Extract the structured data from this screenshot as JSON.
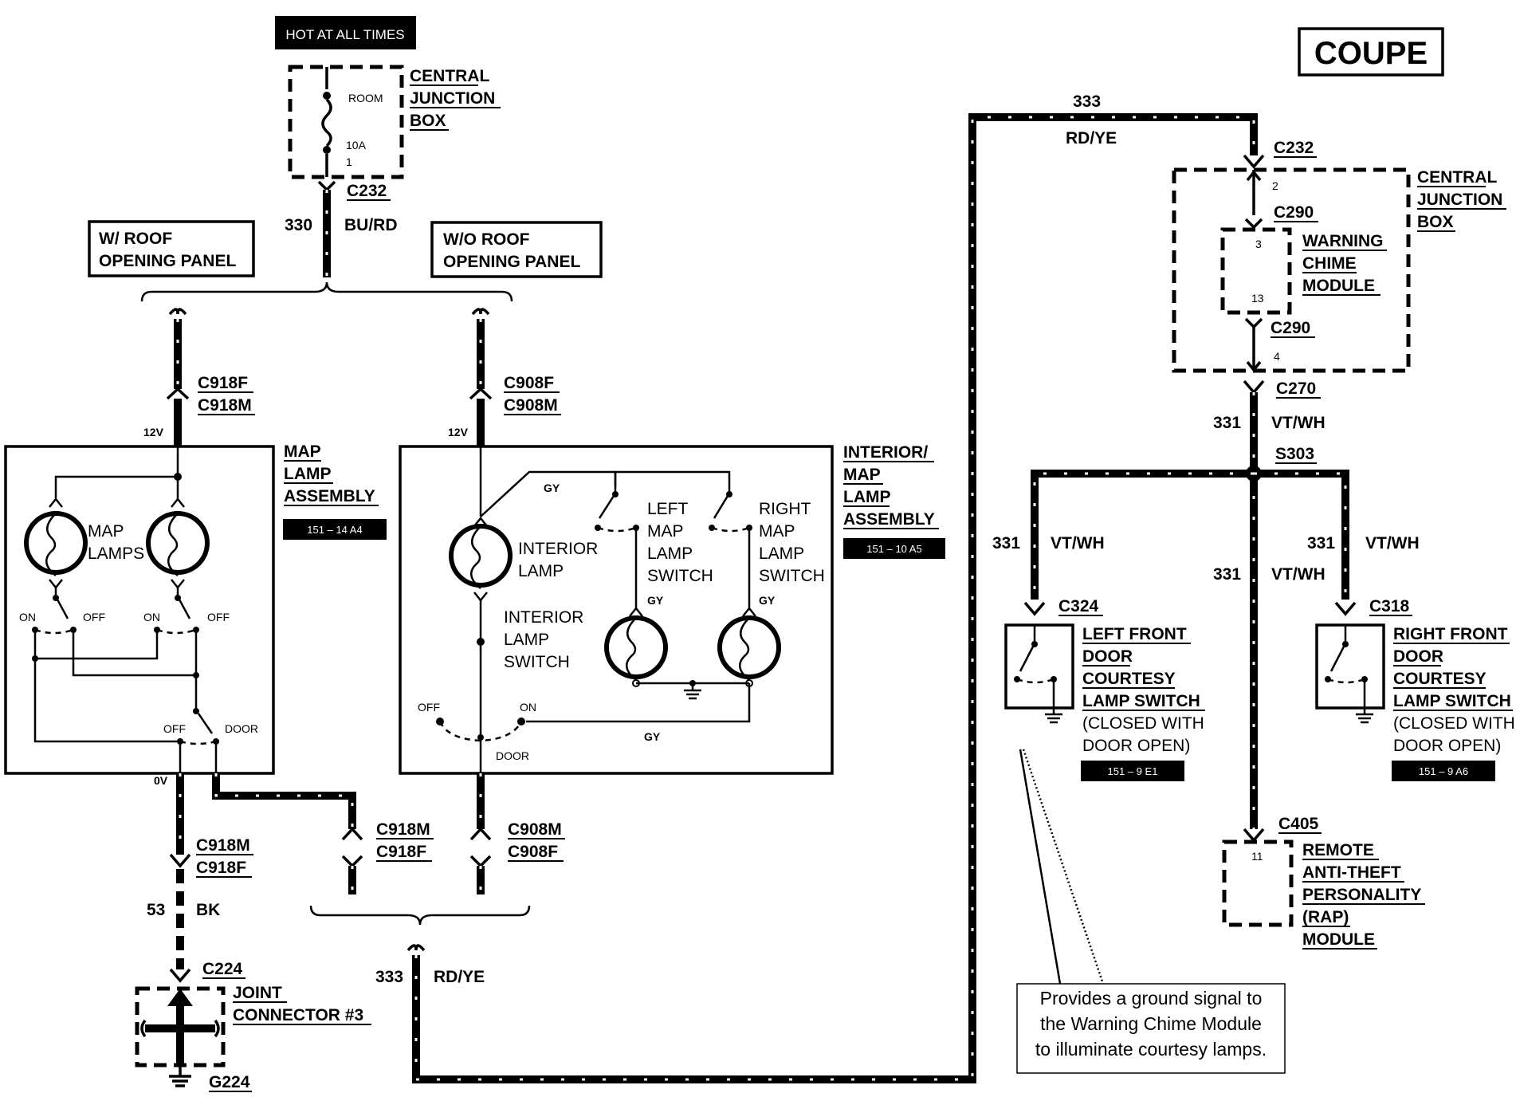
{
  "header": {
    "power_tag": "HOT AT ALL TIMES",
    "model_label": "COUPE"
  },
  "fuse_block": {
    "name_l1": "CENTRAL",
    "name_l2": "JUNCTION",
    "name_l3": "BOX",
    "fuse_name": "ROOM",
    "fuse_rating": "10A",
    "fuse_pin": "1",
    "connector": "C232",
    "circuit": "330",
    "color": "BU/RD"
  },
  "variants": {
    "with_roof_l1": "W/ ROOF",
    "with_roof_l2": "OPENING PANEL",
    "without_roof_l1": "W/O ROOF",
    "without_roof_l2": "OPENING PANEL"
  },
  "map_lamp_assembly": {
    "connector_f": "C918F",
    "connector_m": "C918M",
    "voltage_in": "12V",
    "title_l1": "MAP",
    "title_l2": "LAMP",
    "title_l3": "ASSEMBLY",
    "ref": "151 – 14 A4",
    "lamps_l1": "MAP",
    "lamps_l2": "LAMPS",
    "on1": "ON",
    "off1": "OFF",
    "on2": "ON",
    "off2": "OFF",
    "off3": "OFF",
    "door": "DOOR",
    "voltage_out": "0V"
  },
  "interior_assembly": {
    "connector_f": "C908F",
    "connector_m": "C908M",
    "voltage_in": "12V",
    "title_l1": "INTERIOR/",
    "title_l2": "MAP",
    "title_l3": "LAMP",
    "title_l4": "ASSEMBLY",
    "ref": "151 – 10 A5",
    "gy1": "GY",
    "gy2": "GY",
    "gy3": "GY",
    "gy4": "GY",
    "int_lamp_l1": "INTERIOR",
    "int_lamp_l2": "LAMP",
    "int_switch_l1": "INTERIOR",
    "int_switch_l2": "LAMP",
    "int_switch_l3": "SWITCH",
    "left_l1": "LEFT",
    "left_l2": "MAP",
    "left_l3": "LAMP",
    "left_l4": "SWITCH",
    "right_l1": "RIGHT",
    "right_l2": "MAP",
    "right_l3": "LAMP",
    "right_l4": "SWITCH",
    "off": "OFF",
    "on": "ON",
    "door": "DOOR"
  },
  "lower_left": {
    "c918m_a": "C918M",
    "c918f_a": "C918F",
    "c918m_b": "C918M",
    "c918f_b": "C918F",
    "c908m": "C908M",
    "c908f": "C908F",
    "circuit": "53",
    "color": "BK",
    "c224": "C224",
    "joint_l1": "JOINT",
    "joint_l2": "CONNECTOR #3",
    "ground": "G224",
    "circuit_333": "333",
    "color_333": "RD/YE"
  },
  "top_wire": {
    "circuit": "333",
    "color": "RD/YE",
    "connector": "C232"
  },
  "cjb_right": {
    "name_l1": "CENTRAL",
    "name_l2": "JUNCTION",
    "name_l3": "BOX",
    "pin2": "2",
    "pin3": "3",
    "pin13": "13",
    "pin4": "4",
    "c290a": "C290",
    "c290b": "C290",
    "chime_l1": "WARNING",
    "chime_l2": "CHIME",
    "chime_l3": "MODULE",
    "c270": "C270"
  },
  "right_wiring": {
    "c331a": "331",
    "col_a": "VT/WH",
    "s303": "S303",
    "c331_left": "331",
    "col_left": "VT/WH",
    "c331_mid": "331",
    "col_mid": "VT/WH",
    "c331_right": "331",
    "col_right": "VT/WH"
  },
  "left_door": {
    "connector": "C324",
    "l1": "LEFT FRONT",
    "l2": "DOOR",
    "l3": "COURTESY",
    "l4": "LAMP SWITCH",
    "l5": "(CLOSED WITH",
    "l6": "DOOR OPEN)",
    "ref": "151 – 9 E1"
  },
  "right_door": {
    "connector": "C318",
    "l1": "RIGHT FRONT",
    "l2": "DOOR",
    "l3": "COURTESY",
    "l4": "LAMP SWITCH",
    "l5": "(CLOSED WITH",
    "l6": "DOOR OPEN)",
    "ref": "151 – 9 A6"
  },
  "rap_module": {
    "connector": "C405",
    "pin": "11",
    "l1": "REMOTE",
    "l2": "ANTI-THEFT",
    "l3": "PERSONALITY",
    "l4": "(RAP)",
    "l5": "MODULE"
  },
  "note": {
    "l1": "Provides a ground signal to",
    "l2": "the Warning Chime Module",
    "l3": "to illuminate courtesy lamps."
  }
}
